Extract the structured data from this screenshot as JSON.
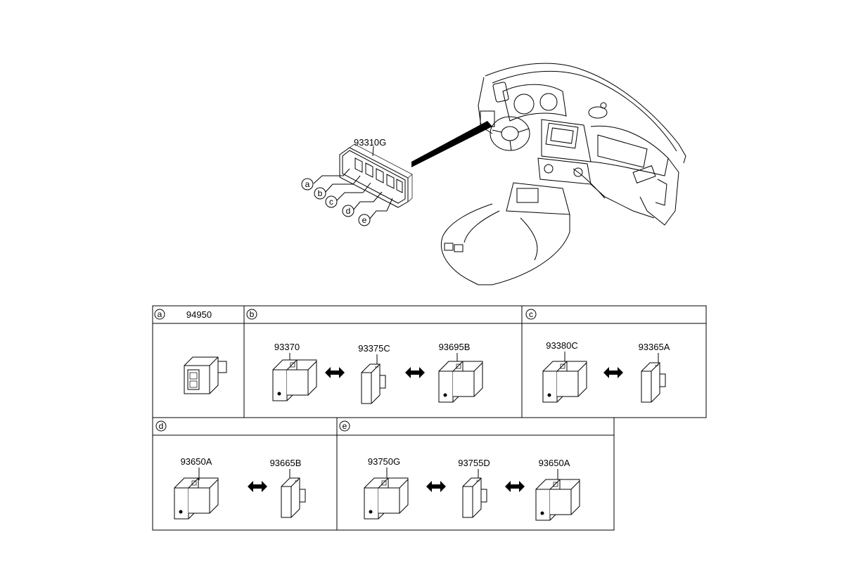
{
  "overview": {
    "main_part": "93310G",
    "callouts": [
      "a",
      "b",
      "c",
      "d",
      "e"
    ]
  },
  "sections": {
    "a": {
      "letter": "a",
      "header_part": "94950"
    },
    "b": {
      "letter": "b",
      "parts": [
        "93370",
        "93375C",
        "93695B"
      ]
    },
    "c": {
      "letter": "c",
      "parts": [
        "93380C",
        "93365A"
      ]
    },
    "d": {
      "letter": "d",
      "parts": [
        "93650A",
        "93665B"
      ]
    },
    "e": {
      "letter": "e",
      "parts": [
        "93750G",
        "93755D",
        "93650A"
      ]
    }
  }
}
